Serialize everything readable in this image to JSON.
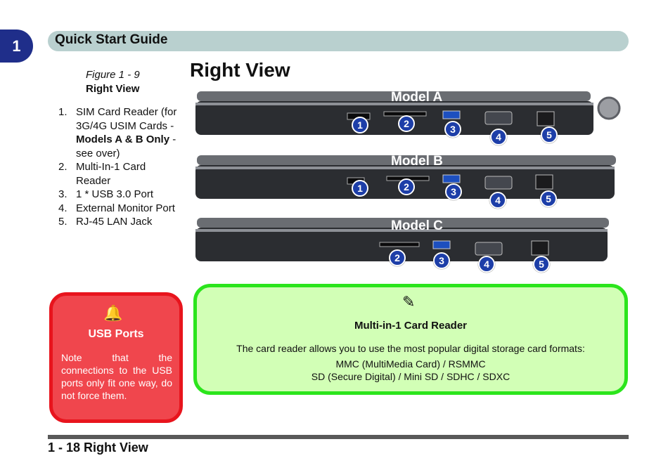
{
  "chapter_number": "1",
  "header_title": "Quick Start Guide",
  "page_title": "Right View",
  "figure": {
    "caption": "Figure 1 - 9",
    "name": "Right View"
  },
  "legend": [
    {
      "num": "1.",
      "text": "SIM Card Reader (for 3G/4G USIM Cards - ",
      "bold": "Models A & B Only",
      "tail": " - see over)"
    },
    {
      "num": "2.",
      "text": "Multi-In-1 Card Reader"
    },
    {
      "num": "3.",
      "text": "1 * USB 3.0 Port"
    },
    {
      "num": "4.",
      "text": "External Monitor Port"
    },
    {
      "num": "5.",
      "text": "RJ-45 LAN Jack"
    }
  ],
  "models": [
    {
      "label": "Model A",
      "badges": [
        "1",
        "2",
        "3",
        "4",
        "5"
      ]
    },
    {
      "label": "Model B",
      "badges": [
        "1",
        "2",
        "3",
        "4",
        "5"
      ]
    },
    {
      "label": "Model C",
      "badges": [
        "2",
        "3",
        "4",
        "5"
      ]
    }
  ],
  "note": {
    "icon": "warning-bell-icon",
    "title": "USB Ports",
    "body": "Note that the connections to the USB ports only fit one way, do not force them."
  },
  "info": {
    "icon": "pen-icon",
    "title": "Multi-in-1 Card Reader",
    "line1": "The card reader allows you to use the most popular digital storage card formats:",
    "line2": "MMC (MultiMedia Card) / RSMMC",
    "line3": "SD (Secure Digital) / Mini SD / SDHC / SDXC"
  },
  "footer": "1 - 18 Right View",
  "colors": {
    "chapter_tab": "#1f2e8a",
    "header_bar": "#b9d0cf",
    "badge": "#1d3ea8",
    "warning": "#f0464d",
    "info": "#d2ffb6"
  }
}
